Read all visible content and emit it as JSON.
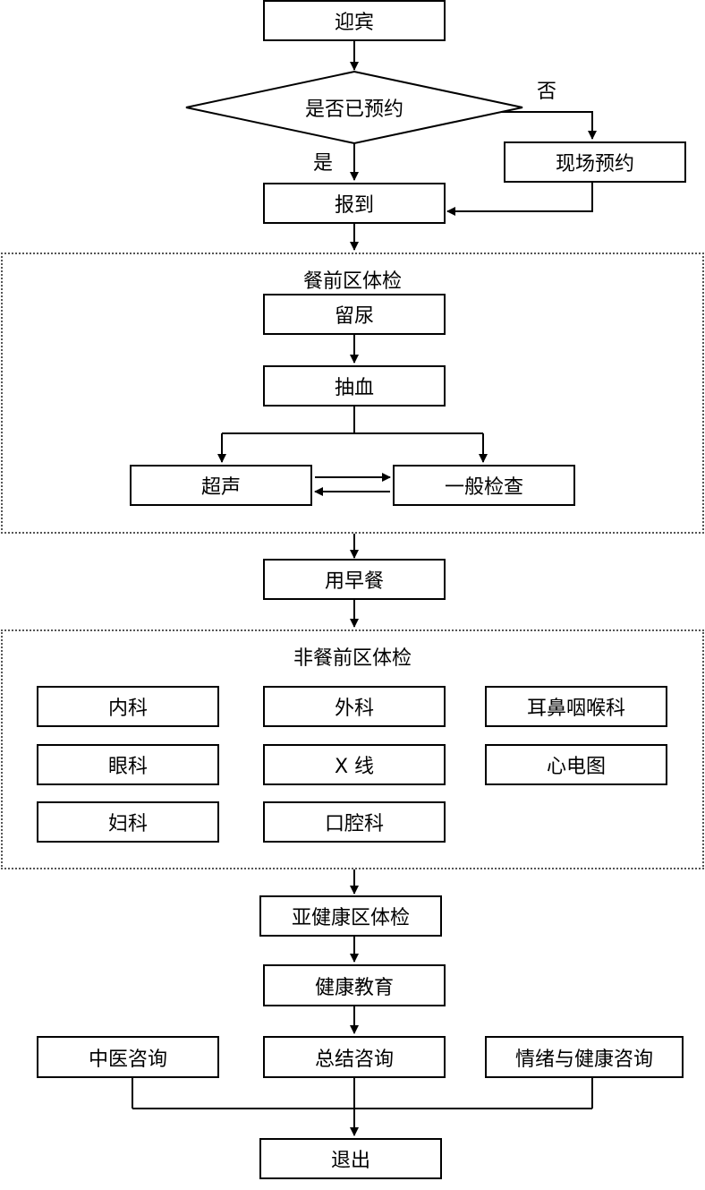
{
  "flow": {
    "welcome": "迎宾",
    "decision": "是否已预约",
    "no_label": "否",
    "yes_label": "是",
    "onsite_booking": "现场预约",
    "check_in": "报到"
  },
  "fasting_section": {
    "title": "餐前区体检",
    "urine": "留尿",
    "blood": "抽血",
    "ultrasound": "超声",
    "general_exam": "一般检查"
  },
  "breakfast": "用早餐",
  "non_fasting_section": {
    "title": "非餐前区体检",
    "items": [
      "内科",
      "外科",
      "耳鼻咽喉科",
      "眼科",
      "X 线",
      "心电图",
      "妇科",
      "口腔科"
    ]
  },
  "subhealth": "亚健康区体检",
  "health_education": "健康教育",
  "consultations": [
    "中医咨询",
    "总结咨询",
    "情绪与健康咨询"
  ],
  "exit": "退出"
}
